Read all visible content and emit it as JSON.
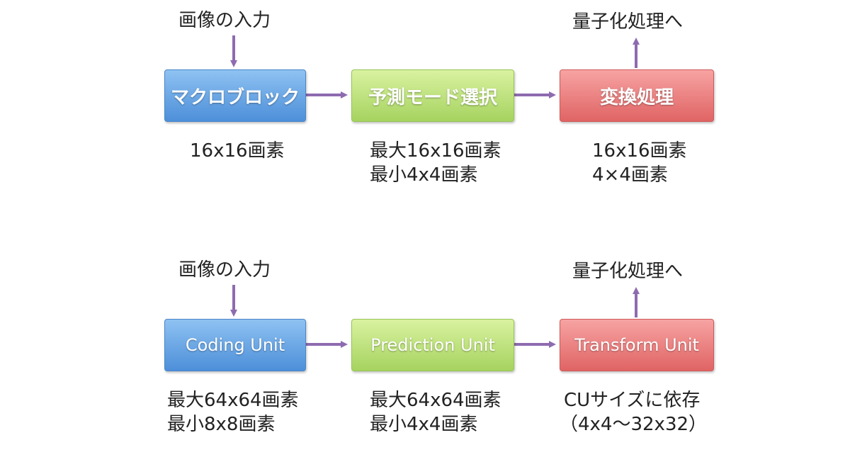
{
  "diagrams": [
    {
      "input_label": "画像の入力",
      "output_label": "量子化処理へ",
      "boxes": [
        {
          "label": "マクロブロック",
          "color": "#5a9be0"
        },
        {
          "label": "予測モード選択",
          "color": "#b3dd6e"
        },
        {
          "label": "変換処理",
          "color": "#e87070"
        }
      ],
      "captions": [
        [
          "16x16画素"
        ],
        [
          "最大16x16画素",
          "最小4x4画素"
        ],
        [
          "16x16画素",
          "4×4画素"
        ]
      ]
    },
    {
      "input_label": "画像の入力",
      "output_label": "量子化処理へ",
      "boxes": [
        {
          "label": "Coding Unit",
          "color": "#5a9be0"
        },
        {
          "label": "Prediction Unit",
          "color": "#b3dd6e"
        },
        {
          "label": "Transform Unit",
          "color": "#e87070"
        }
      ],
      "captions": [
        [
          "最大64x64画素",
          "最小8x8画素"
        ],
        [
          "最大64x64画素",
          "最小4x4画素"
        ],
        [
          "CUサイズに依存",
          "（4x4～32x32）"
        ]
      ]
    }
  ],
  "colors": {
    "arrow": "#8e6bb0"
  }
}
